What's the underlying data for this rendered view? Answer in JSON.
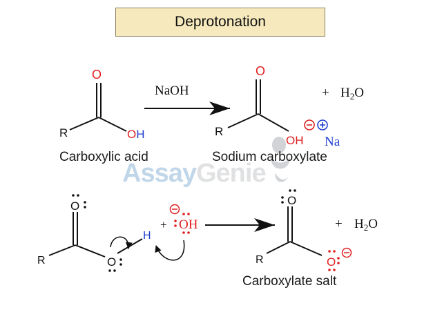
{
  "title": "Deprotonation",
  "reaction1": {
    "reactant_label": "Carboxylic acid",
    "product_label": "Sodium carboxylate",
    "reagent": "NaOH",
    "byproduct_plus": "+",
    "byproduct_h": "H",
    "byproduct_sub": "2",
    "byproduct_o": "O",
    "atom_O": "O",
    "atom_R": "R",
    "atom_OH": "OH",
    "atom_O_H": "H",
    "atom_O_O": "O",
    "charge_minus": "−",
    "charge_plus": "+",
    "counter_ion": "Na"
  },
  "reaction2": {
    "product_label": "Carboxylate salt",
    "hydroxide": "OH",
    "plus": "+",
    "atom_O": "O",
    "atom_R": "R",
    "atom_H": "H",
    "charge_minus": "−",
    "byproduct_plus": "+",
    "byproduct_h": "H",
    "byproduct_sub": "2",
    "byproduct_o": "O"
  },
  "watermark": {
    "part1": "Assay",
    "part2": "Genie"
  },
  "colors": {
    "oxygen_red": "#e01e1e",
    "hydrogen_blue": "#1f3fd1",
    "bond_black": "#111111",
    "title_bg": "#f6e9bd"
  },
  "icons": {
    "watermark_logo": "genie-lamp-icon"
  }
}
